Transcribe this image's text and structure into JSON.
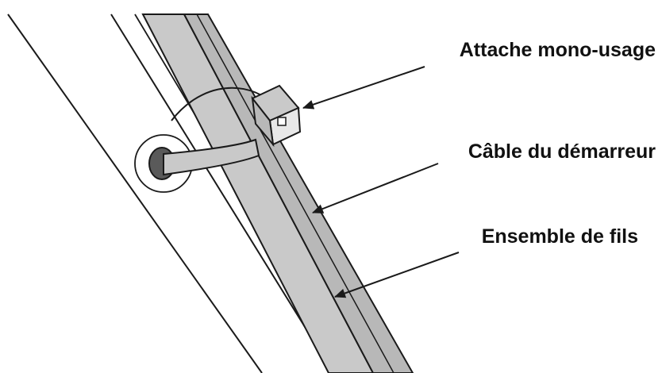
{
  "diagram": {
    "labels": {
      "tie": "Attache mono-usage",
      "starter_cable": "Câble du démarreur",
      "wire_harness": "Ensemble de fils"
    },
    "colors": {
      "line": "#1a1a1a",
      "cable_fill": "#c9c9c9",
      "cable_shade": "#b8b8b8",
      "grommet": "#5a5a5a",
      "background": "#ffffff"
    },
    "icons": {
      "arrow": "arrowhead"
    }
  }
}
